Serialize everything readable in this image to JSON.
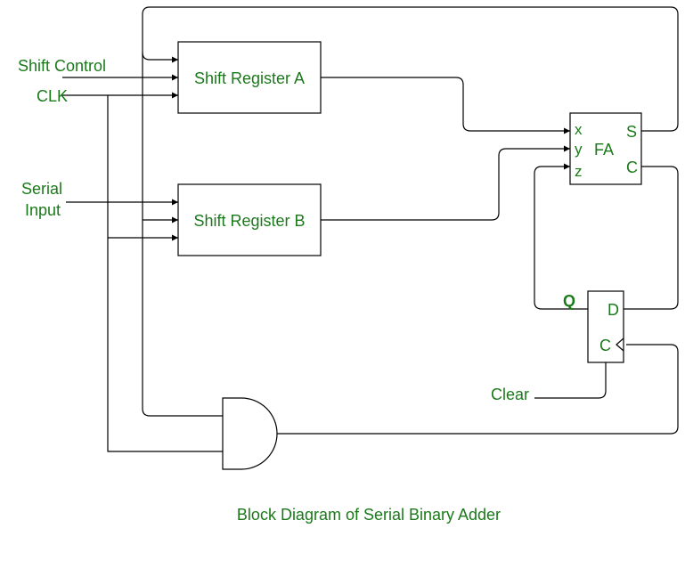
{
  "colors": {
    "label_text": "#1a7a1a",
    "wire": "#000000",
    "background": "#ffffff"
  },
  "inputs": {
    "shift_control": "Shift Control",
    "clk": "CLK",
    "serial_input_line1": "Serial",
    "serial_input_line2": "Input"
  },
  "blocks": {
    "shift_register_a": "Shift Register A",
    "shift_register_b": "Shift Register B",
    "full_adder": {
      "name": "FA",
      "input_x": "x",
      "input_y": "y",
      "input_z": "z",
      "output_s": "S",
      "output_c": "C"
    },
    "d_flip_flop": {
      "output_q": "Q",
      "input_d": "D",
      "clock_c": "C"
    }
  },
  "clear_label": "Clear",
  "caption": "Block Diagram of Serial Binary Adder"
}
